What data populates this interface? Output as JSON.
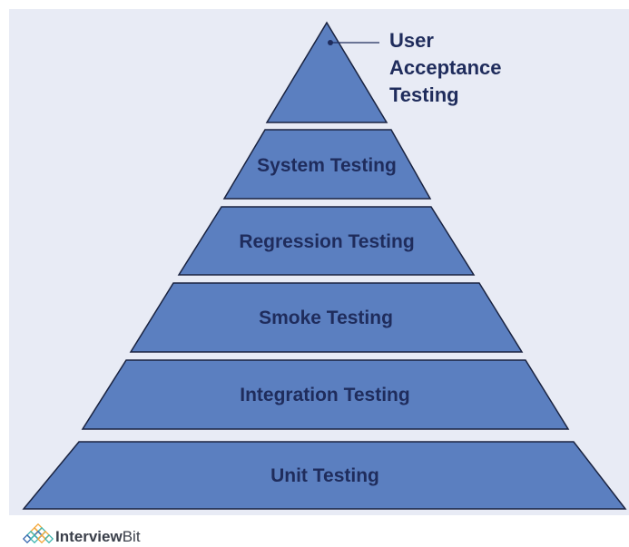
{
  "diagram": {
    "levels": [
      {
        "label": "Unit Testing"
      },
      {
        "label": "Integration Testing"
      },
      {
        "label": "Smoke Testing"
      },
      {
        "label": "Regression Testing"
      },
      {
        "label": "System Testing"
      }
    ],
    "apex": {
      "label_lines": [
        "User",
        "Acceptance",
        "Testing"
      ]
    }
  },
  "brand": {
    "name_bold": "Interview",
    "name_light": "Bit",
    "logo_icon": "diamond-grid-logo-icon"
  },
  "colors": {
    "background": "#e8ebf5",
    "fill": "#5b7fc0",
    "stroke": "#1a2340",
    "text": "#1f2c5c",
    "logo_orange": "#f4a83a",
    "logo_teal": "#3fb6b0",
    "logo_blue": "#3a6ab0"
  }
}
